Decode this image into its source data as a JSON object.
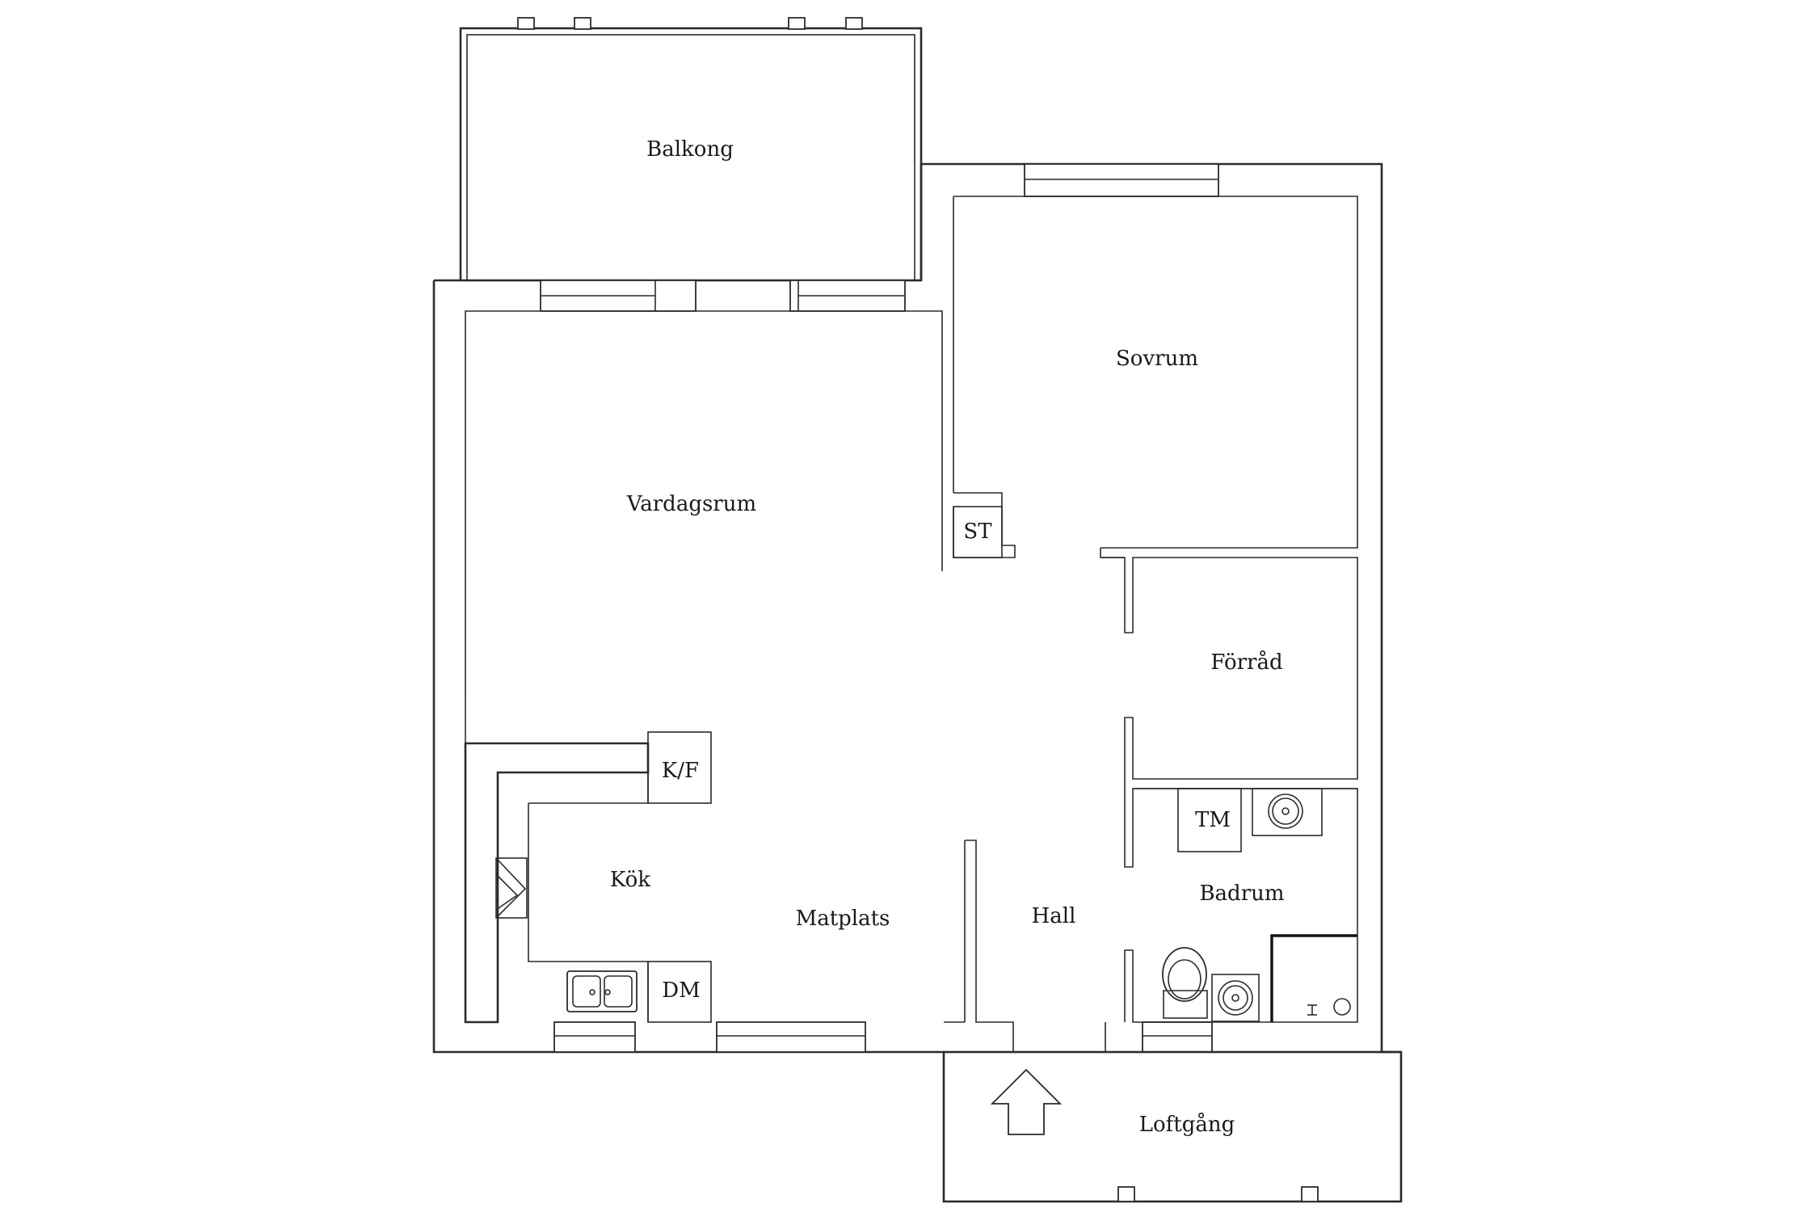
{
  "rooms": {
    "balkong": "Balkong",
    "sovrum": "Sovrum",
    "vardagsrum": "Vardagsrum",
    "st": "ST",
    "forrad": "Förråd",
    "kf": "K/F",
    "kok": "Kök",
    "tm": "TM",
    "badrum": "Badrum",
    "matplats": "Matplats",
    "hall": "Hall",
    "dm": "DM",
    "loftgang": "Loftgång"
  },
  "icons": {
    "entrance": "up-arrow-icon",
    "sink": "double-sink-icon",
    "basin": "wash-basin-icon",
    "toilet": "toilet-icon",
    "shower": "shower-icon"
  },
  "colors": {
    "lines": "#2b2b2b",
    "background": "#ffffff"
  }
}
